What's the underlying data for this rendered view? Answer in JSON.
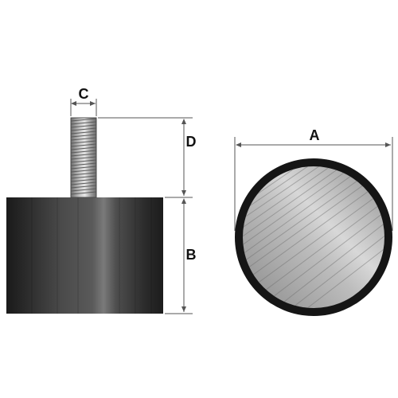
{
  "diagram": {
    "labels": {
      "stud_diameter": "C",
      "stud_length": "D",
      "body_height": "B",
      "body_diameter": "A"
    },
    "colors": {
      "background": "#ffffff",
      "rubber": "#2b2b2b",
      "metal": "#9a9a9a",
      "dimension_line": "#555555",
      "label": "#111111"
    }
  }
}
